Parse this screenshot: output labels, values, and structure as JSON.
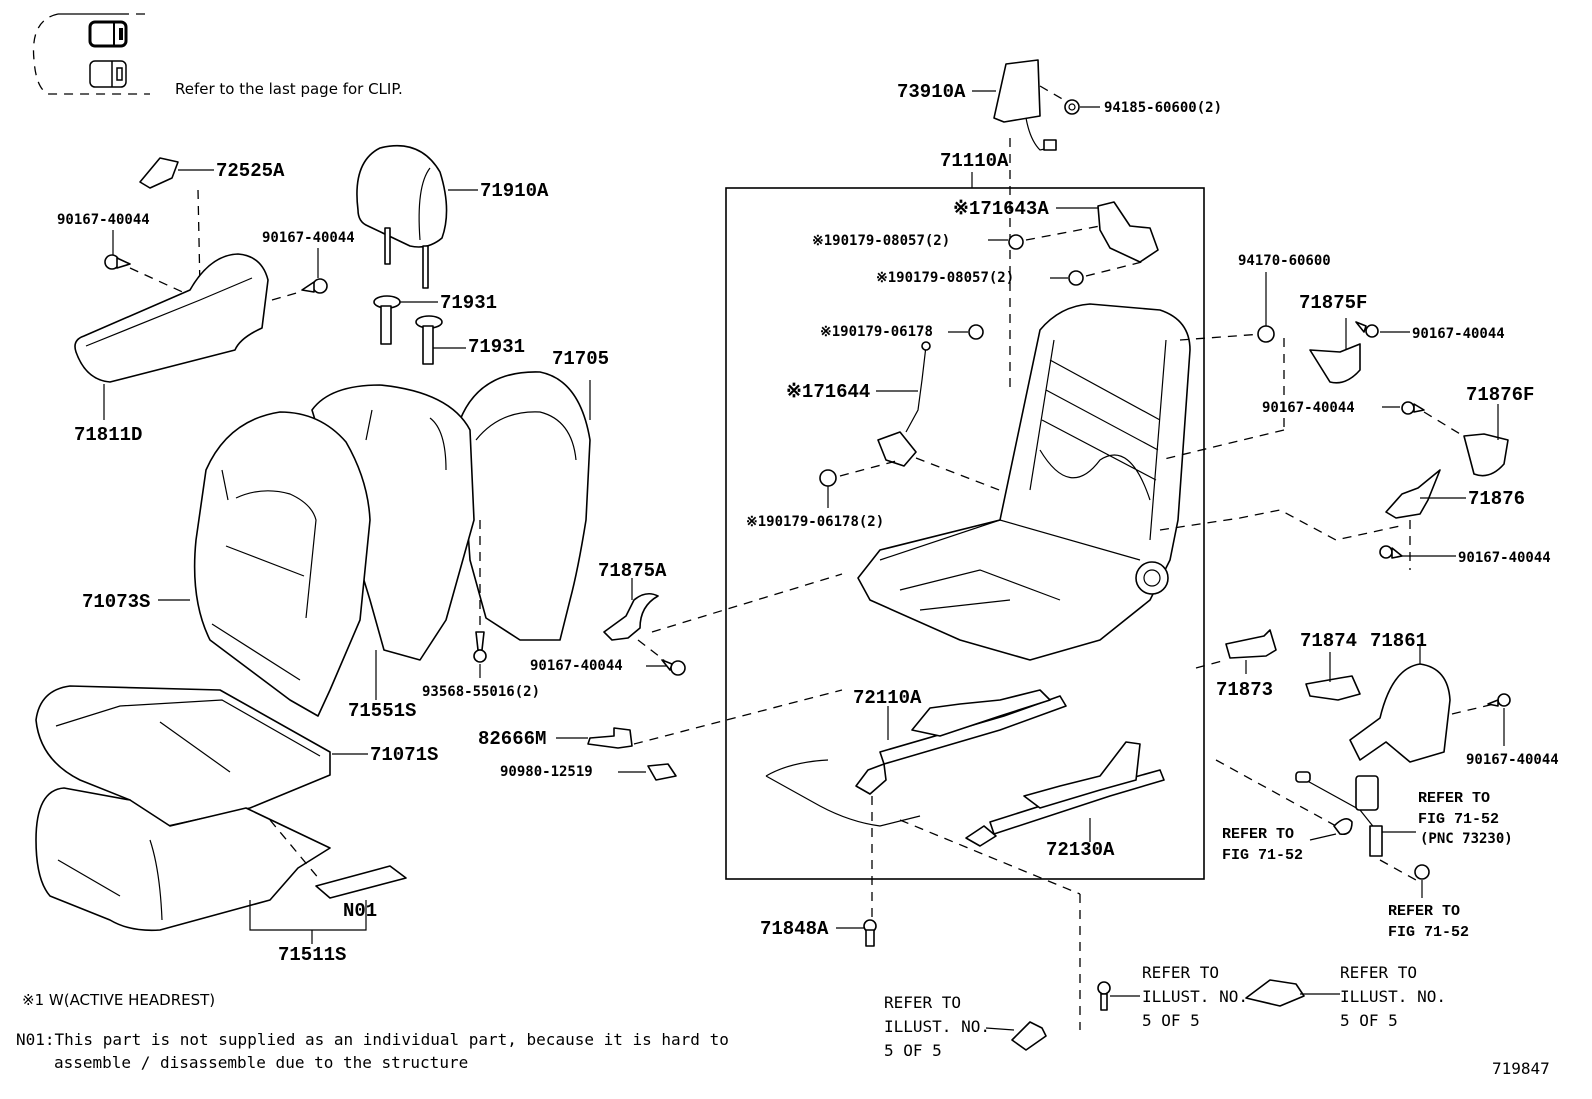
{
  "diagram": {
    "figure_number": "719847",
    "clip_note": "Refer to the last page for CLIP.",
    "footnotes": {
      "symbol_note": "※1 W(ACTIVE HEADREST)",
      "n01_note_line1": "N01:This part is not supplied as an individual part, because it is hard to",
      "n01_note_line2": "assemble / disassemble due to the structure"
    },
    "parts": {
      "p73910A": "73910A",
      "p94185": "94185-60600(2)",
      "p71110A": "71110A",
      "p71643A": "※171643A",
      "p90179_08057_a": "※190179-08057(2)",
      "p90179_08057_b": "※190179-08057(2)",
      "p94170": "94170-60600",
      "p71875F": "71875F",
      "p90167_r1": "90167-40044",
      "p90179_06178_a": "※190179-06178",
      "p71644": "※171644",
      "p90167_r2": "90167-40044",
      "p71876F": "71876F",
      "p71876": "71876",
      "p90167_r3": "90167-40044",
      "p90179_06178_b": "※190179-06178(2)",
      "p72525A": "72525A",
      "p90167_l1": "90167-40044",
      "p90167_l2": "90167-40044",
      "p71910A": "71910A",
      "p71931_a": "71931",
      "p71931_b": "71931",
      "p71811D": "71811D",
      "p71705": "71705",
      "p71073S": "71073S",
      "p71875A": "71875A",
      "p90167_m": "90167-40044",
      "p93568": "93568-55016(2)",
      "p71551S": "71551S",
      "p82666M": "82666M",
      "p90980": "90980-12519",
      "p71071S": "71071S",
      "pN01": "N01",
      "p71511S": "71511S",
      "p72110A": "72110A",
      "p72130A": "72130A",
      "p71873": "71873",
      "p71874": "71874",
      "p71861": "71861",
      "p90167_r4": "90167-40044",
      "p71848A": "71848A"
    },
    "references": {
      "fig_a_line1": "REFER TO",
      "fig_a_line2": "FIG 71-52",
      "fig_a_line3": "(PNC 73230)",
      "fig_b_line1": "REFER TO",
      "fig_b_line2": "FIG 71-52",
      "fig_c_line1": "REFER TO",
      "fig_c_line2": "FIG 71-52",
      "illust_a_line1": "REFER TO",
      "illust_a_line2": "ILLUST. NO.",
      "illust_a_line3": "5 OF 5",
      "illust_b_line1": "REFER TO",
      "illust_b_line2": "ILLUST. NO.",
      "illust_b_line3": "5 OF 5",
      "illust_c_line1": "REFER TO",
      "illust_c_line2": "ILLUST. NO.",
      "illust_c_line3": "5 OF 5"
    }
  }
}
